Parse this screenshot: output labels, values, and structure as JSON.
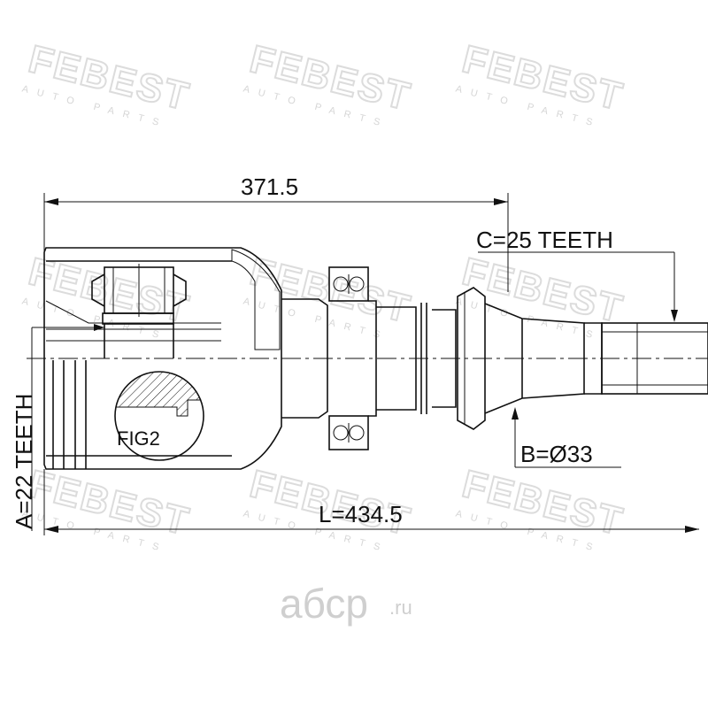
{
  "watermark": {
    "brand": "FEBEST",
    "tagline": "AUTO PARTS",
    "site_name": "абср",
    "site_domain": ".ru"
  },
  "dimensions": {
    "length_to_seal": "371.5",
    "total_length": "L=434.5",
    "spline_inner": "A=22 TEETH",
    "spline_outer": "C=25 TEETH",
    "shaft_diameter": "B=Ø33"
  },
  "figure": {
    "label": "FIG2"
  },
  "colors": {
    "line": "#111111",
    "watermark": "#dcdcdc"
  }
}
